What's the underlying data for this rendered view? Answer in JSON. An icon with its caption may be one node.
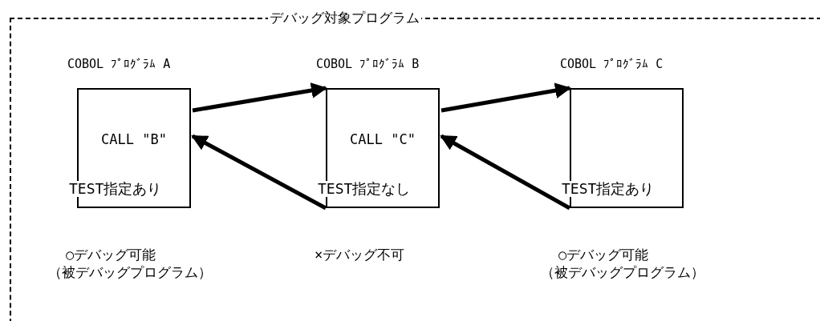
{
  "diagram": {
    "nodes": [
      {
        "text": [
          "デバッグ対象プログラム"
        ]
      },
      {
        "text": [
          "COBOL ﾌﾟﾛｸﾞﾗﾑ A",
          "CALL \"B\"",
          "TEST指定あり"
        ],
        "in": 0,
        "beside": [
          "○デバッグ可能",
          "（被デバッグプログラム）"
        ]
      },
      {
        "text": [
          "COBOL ﾌﾟﾛｸﾞﾗﾑ B",
          "CALL \"C\"",
          "TEST指定なし"
        ],
        "in": 0,
        "beside": [
          "×デバッグ不可"
        ]
      },
      {
        "text": [
          "COBOL ﾌﾟﾛｸﾞﾗﾑ C",
          "TEST指定あり"
        ],
        "in": 0,
        "beside": [
          "○デバッグ可能",
          "（被デバッグプログラム）"
        ]
      }
    ],
    "edges": [
      {
        "from": 1,
        "to": 2,
        "arrow": "to"
      },
      {
        "from": 2,
        "to": 1,
        "arrow": "to"
      },
      {
        "from": 2,
        "to": 3,
        "arrow": "to"
      },
      {
        "from": 3,
        "to": 2,
        "arrow": "to"
      }
    ]
  }
}
